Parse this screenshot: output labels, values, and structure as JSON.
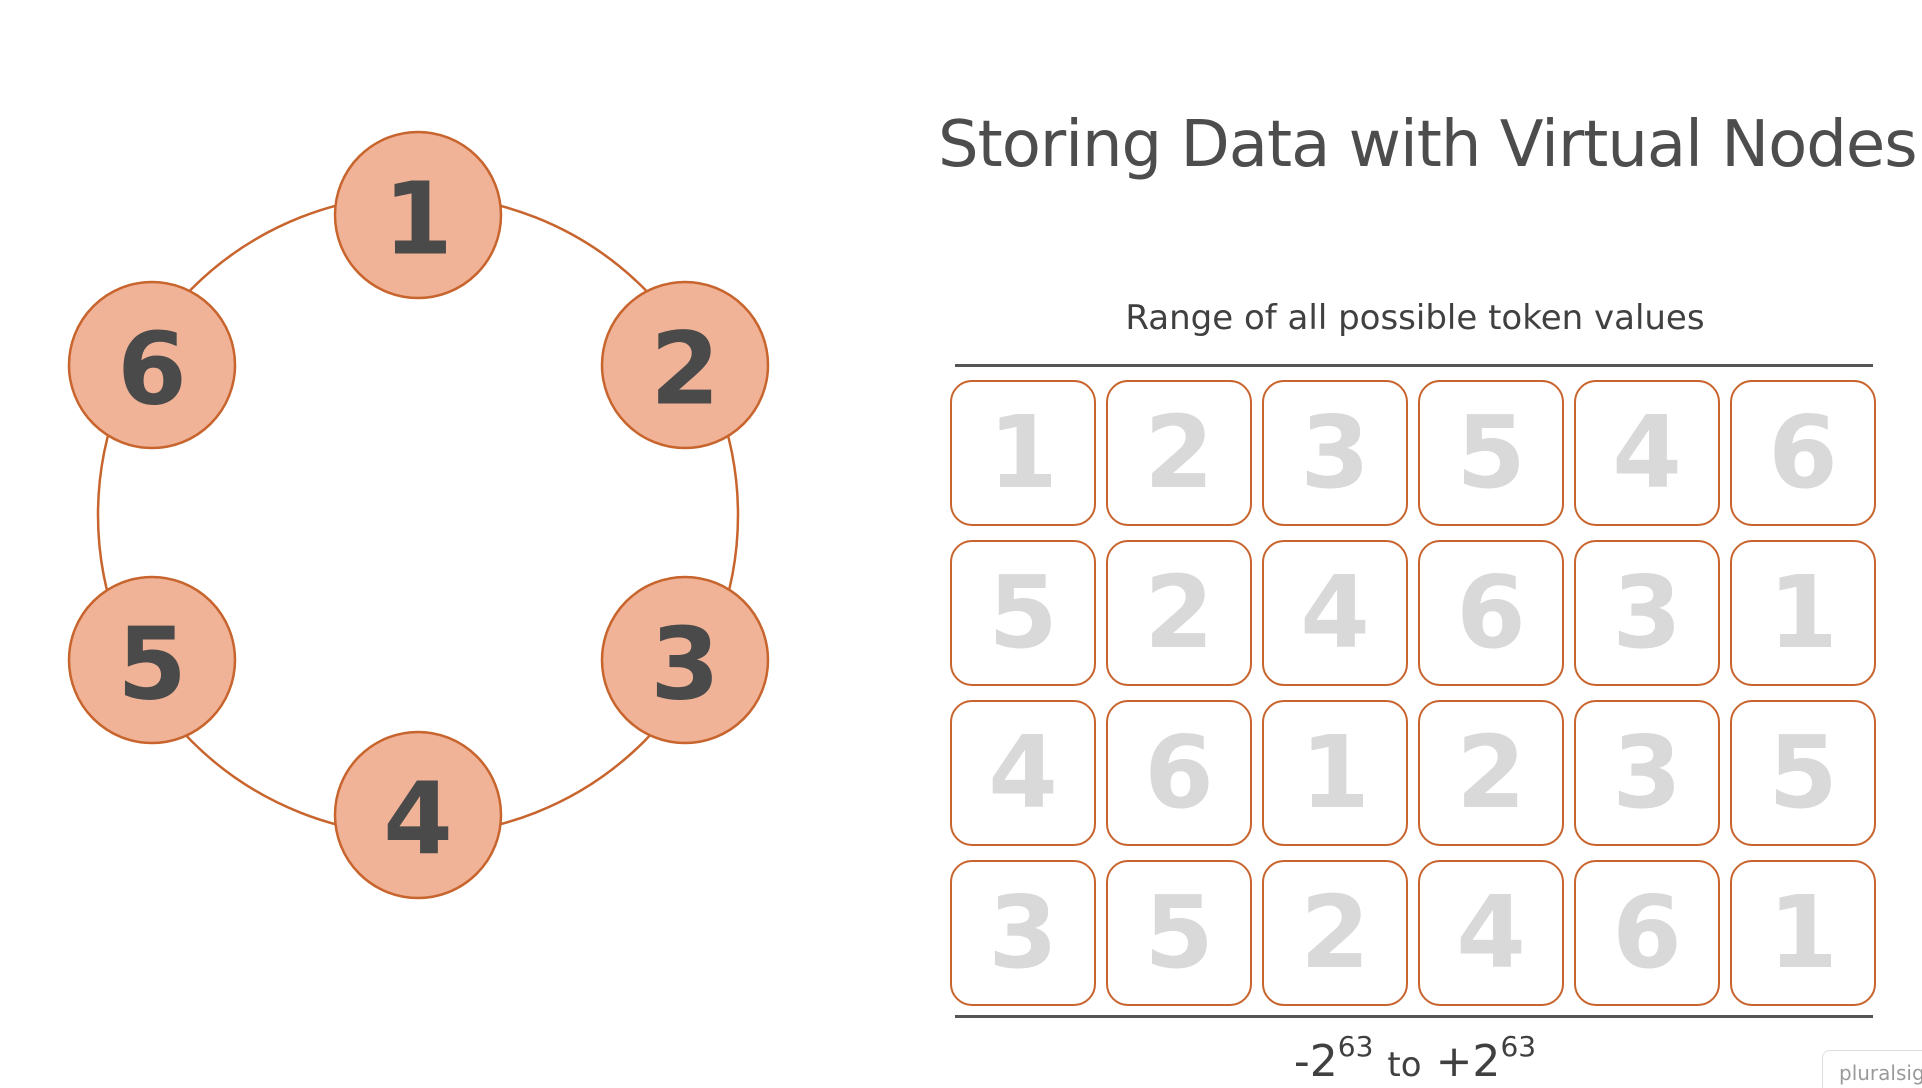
{
  "title": "Storing Data with Virtual Nodes",
  "colors": {
    "node_fill": "#f0b397",
    "node_stroke": "#c8642d",
    "ring_stroke": "#c8642d",
    "node_text": "#4a4a4a",
    "token_text": "#d9d9d9",
    "token_border": "#c8642d"
  },
  "ring": {
    "nodes": [
      {
        "label": "1"
      },
      {
        "label": "2"
      },
      {
        "label": "3"
      },
      {
        "label": "4"
      },
      {
        "label": "5"
      },
      {
        "label": "6"
      }
    ]
  },
  "token_range": {
    "label": "Range of all possible token values",
    "rows": [
      [
        "1",
        "2",
        "3",
        "5",
        "4",
        "6"
      ],
      [
        "5",
        "2",
        "4",
        "6",
        "3",
        "1"
      ],
      [
        "4",
        "6",
        "1",
        "2",
        "3",
        "5"
      ],
      [
        "3",
        "5",
        "2",
        "4",
        "6",
        "1"
      ]
    ],
    "min_base": "-2",
    "min_exp": "63",
    "to_word": "to",
    "max_base": "+2",
    "max_exp": "63"
  },
  "watermark": "pluralsight"
}
